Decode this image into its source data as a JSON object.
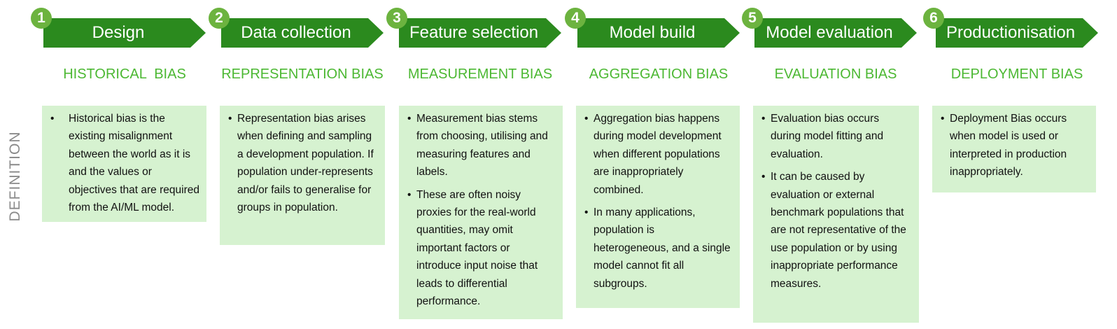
{
  "side_label": "DEFINITION",
  "stages": [
    {
      "number": "1",
      "title": "Design",
      "bias": "HISTORICAL  BIAS",
      "bullets": [
        "Historical bias is the existing misalignment between the world as it is and the values or objectives that are required from the AI/ML model."
      ]
    },
    {
      "number": "2",
      "title": "Data collection",
      "bias": "REPRESENTATION BIAS",
      "bullets": [
        "Representation bias arises when defining and sampling a development population. If population under-represents and/or fails to generalise for groups in population."
      ]
    },
    {
      "number": "3",
      "title": "Feature selection",
      "bias": "MEASUREMENT BIAS",
      "bullets": [
        "Measurement bias stems from choosing, utilising and measuring features and labels.",
        "These are often noisy proxies for the real-world quantities, may omit important factors or introduce input noise that leads to differential performance."
      ]
    },
    {
      "number": "4",
      "title": "Model build",
      "bias": "AGGREGATION BIAS",
      "bullets": [
        "Aggregation bias happens during model development when different populations are inappropriately combined.",
        "In many applications, population is heterogeneous, and a single model cannot fit all subgroups."
      ]
    },
    {
      "number": "5",
      "title": "Model evaluation",
      "bias": "EVALUATION BIAS",
      "bullets": [
        "Evaluation bias occurs during model fitting and evaluation.",
        "It can be caused by evaluation or external benchmark populations that are not representative of the use population or by using inappropriate performance measures."
      ]
    },
    {
      "number": "6",
      "title": "Productionisation",
      "bias": "DEPLOYMENT BIAS",
      "bullets": [
        "Deployment Bias occurs when model is used or interpreted in production inappropriately."
      ]
    }
  ],
  "colors": {
    "arrow": "#2b8a1e",
    "number_badge": "#6cb33f",
    "bias_text": "#4cb833",
    "definition_box": "#d6f2d0",
    "side_label": "#8a8a8a"
  }
}
